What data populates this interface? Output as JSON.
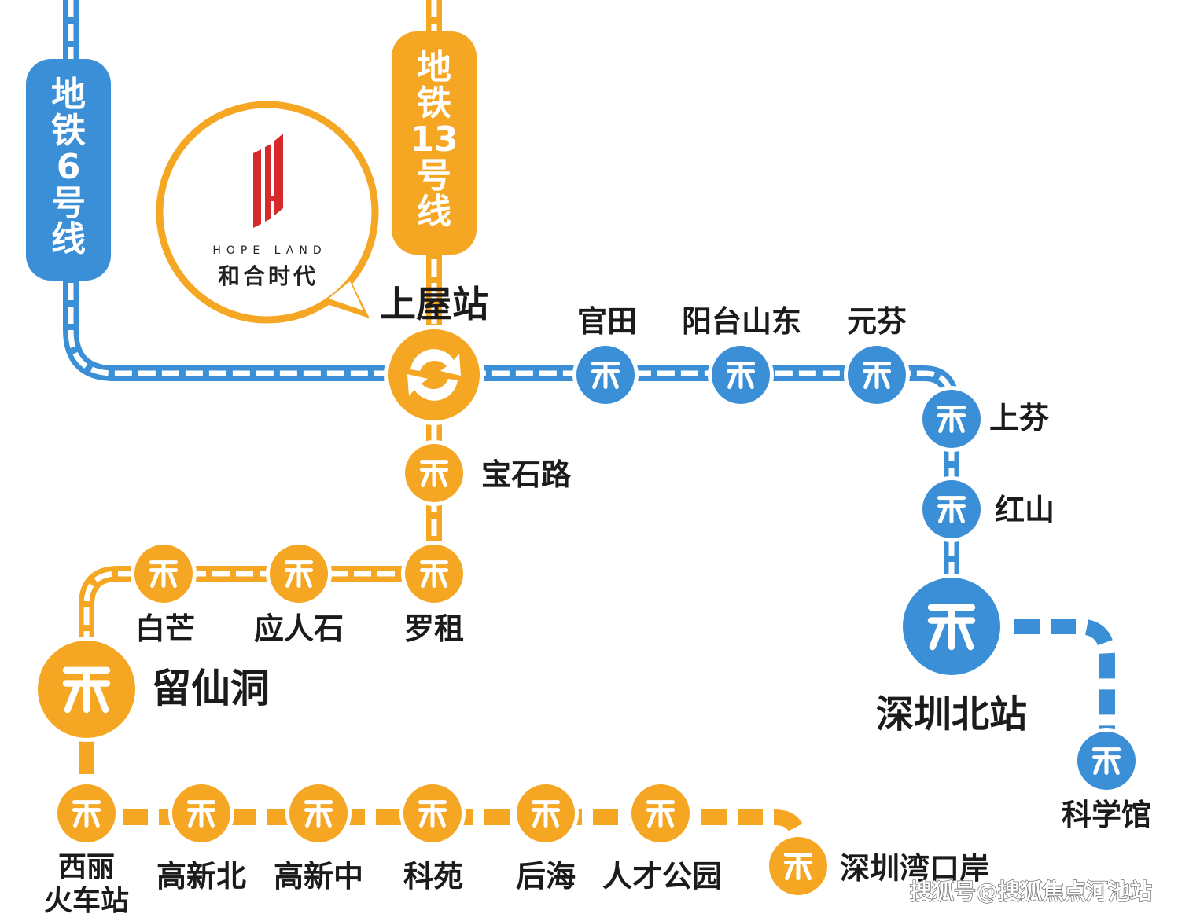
{
  "colors": {
    "line6": "#3b8fd6",
    "line13": "#f5a623",
    "text": "#1b1b1b"
  },
  "pills": {
    "line6": "地铁6号线",
    "line13": "地铁13号线"
  },
  "logo": {
    "brand_en": "HOPE LAND",
    "brand_cn": "和合时代"
  },
  "interchange": {
    "name": "上屋站",
    "icon": "interchange-icon"
  },
  "line6_stations": [
    {
      "name": "官田"
    },
    {
      "name": "阳台山东"
    },
    {
      "name": "元芬"
    },
    {
      "name": "上芬"
    },
    {
      "name": "红山"
    },
    {
      "name": "深圳北站"
    },
    {
      "name": "科学馆"
    }
  ],
  "line13_stations": [
    {
      "name": "宝石路"
    },
    {
      "name": "罗租"
    },
    {
      "name": "应人石"
    },
    {
      "name": "白芒"
    },
    {
      "name": "留仙洞"
    },
    {
      "name": "西丽",
      "name2": "火车站"
    },
    {
      "name": "高新北"
    },
    {
      "name": "高新中"
    },
    {
      "name": "科苑"
    },
    {
      "name": "后海"
    },
    {
      "name": "人才公园"
    },
    {
      "name": "深圳湾口岸"
    }
  ],
  "watermark": "搜狐号@搜狐焦点河池站"
}
